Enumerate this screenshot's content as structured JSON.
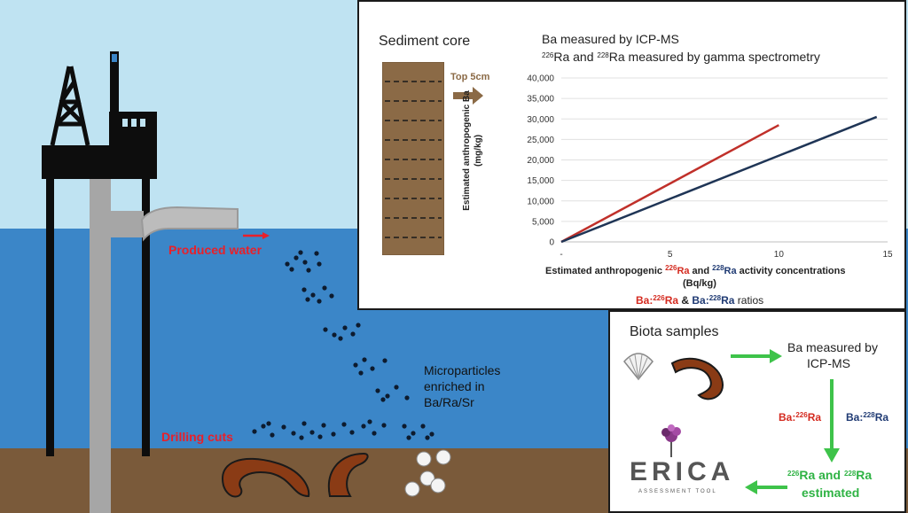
{
  "scene": {
    "produced_water_label": "Produced water",
    "drilling_cuts_label": "Drilling cuts",
    "microparticles_line1": "Microparticles",
    "microparticles_line2": "enriched in",
    "microparticles_line3": "Ba/Ra/Sr",
    "colors": {
      "sky": "#bfe3f2",
      "sea": "#3b86c8",
      "seabed": "#7a5a3a",
      "label_red": "#e8202a"
    }
  },
  "sediment": {
    "title": "Sediment core",
    "top_label": "Top 5cm"
  },
  "chart_header": {
    "line1": "Ba measured by ICP-MS",
    "line2_sup1": "226",
    "line2_a": "Ra and ",
    "line2_sup2": "228",
    "line2_b": "Ra measured by gamma spectrometry"
  },
  "chart_data": {
    "type": "line",
    "ylabel_line1": "Estimated anthropogenic Ba",
    "ylabel_line2": "(mg/kg)",
    "xlabel_a": "Estimated anthropogenic ",
    "xlabel_sup1": "226",
    "xlabel_b": "Ra",
    "xlabel_c": " and ",
    "xlabel_sup2": "228",
    "xlabel_d": "Ra",
    "xlabel_e": " activity concentrations",
    "xlabel_line2": "(Bq/kg)",
    "xlim": [
      0,
      15
    ],
    "ylim": [
      0,
      40000
    ],
    "x_ticks": [
      0,
      5,
      10,
      15
    ],
    "x_tick_labels": [
      "-",
      "5",
      "10",
      "15"
    ],
    "y_ticks": [
      0,
      5000,
      10000,
      15000,
      20000,
      25000,
      30000,
      35000,
      40000
    ],
    "y_tick_labels": [
      "0",
      "5,000",
      "10,000",
      "15,000",
      "20,000",
      "25,000",
      "30,000",
      "35,000",
      "40,000"
    ],
    "grid": true,
    "series": [
      {
        "x": [
          0,
          10
        ],
        "y": [
          0,
          28500
        ],
        "color": "#c0302a"
      },
      {
        "x": [
          0,
          14.5
        ],
        "y": [
          0,
          30500
        ],
        "color": "#1f3556"
      }
    ]
  },
  "ratios": {
    "a1": "Ba:",
    "sup1": "226",
    "a2": "Ra",
    "amp": " & ",
    "b1": "Ba:",
    "sup2": "228",
    "b2": "Ra",
    "tail": " ratios"
  },
  "biota": {
    "title": "Biota samples",
    "ba_line1": "Ba measured by",
    "ba_line2": "ICP-MS",
    "ratio_red_a": "Ba:",
    "ratio_red_sup": "226",
    "ratio_red_b": "Ra",
    "ratio_blue_a": "Ba:",
    "ratio_blue_sup": "228",
    "ratio_blue_b": "Ra",
    "est_sup1": "226",
    "est_a": "Ra and ",
    "est_sup2": "228",
    "est_b": "Ra",
    "est_line2": "estimated",
    "logo_text": "ERICA",
    "logo_sub": "ASSESSMENT TOOL",
    "colors": {
      "arrow": "#3ec34a"
    }
  }
}
